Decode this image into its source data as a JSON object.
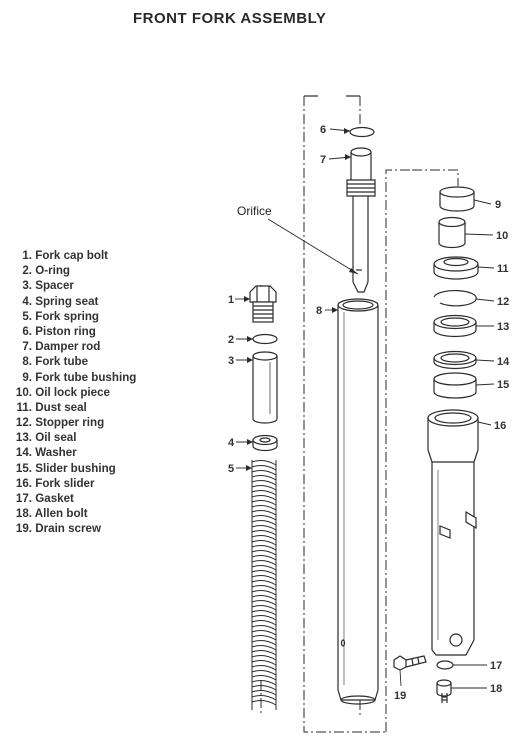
{
  "title": "FRONT FORK ASSEMBLY",
  "annotation": "Orifice",
  "parts": [
    {
      "number": "1.",
      "name": "Fork cap bolt"
    },
    {
      "number": "2.",
      "name": "O-ring"
    },
    {
      "number": "3.",
      "name": "Spacer"
    },
    {
      "number": "4.",
      "name": "Spring seat"
    },
    {
      "number": "5.",
      "name": "Fork spring"
    },
    {
      "number": "6.",
      "name": "Piston ring"
    },
    {
      "number": "7.",
      "name": "Damper rod"
    },
    {
      "number": "8.",
      "name": "Fork tube"
    },
    {
      "number": "9.",
      "name": "Fork tube bushing"
    },
    {
      "number": "10.",
      "name": "Oil lock piece"
    },
    {
      "number": "11.",
      "name": "Dust seal"
    },
    {
      "number": "12.",
      "name": "Stopper ring"
    },
    {
      "number": "13.",
      "name": "Oil seal"
    },
    {
      "number": "14.",
      "name": "Washer"
    },
    {
      "number": "15.",
      "name": "Slider bushing"
    },
    {
      "number": "16.",
      "name": "Fork slider"
    },
    {
      "number": "17.",
      "name": "Gasket"
    },
    {
      "number": "18.",
      "name": "Allen bolt"
    },
    {
      "number": "19.",
      "name": "Drain screw"
    }
  ],
  "callouts": [
    "1",
    "2",
    "3",
    "4",
    "5",
    "6",
    "7",
    "8",
    "9",
    "10",
    "11",
    "12",
    "13",
    "14",
    "15",
    "16",
    "17",
    "18",
    "19"
  ]
}
